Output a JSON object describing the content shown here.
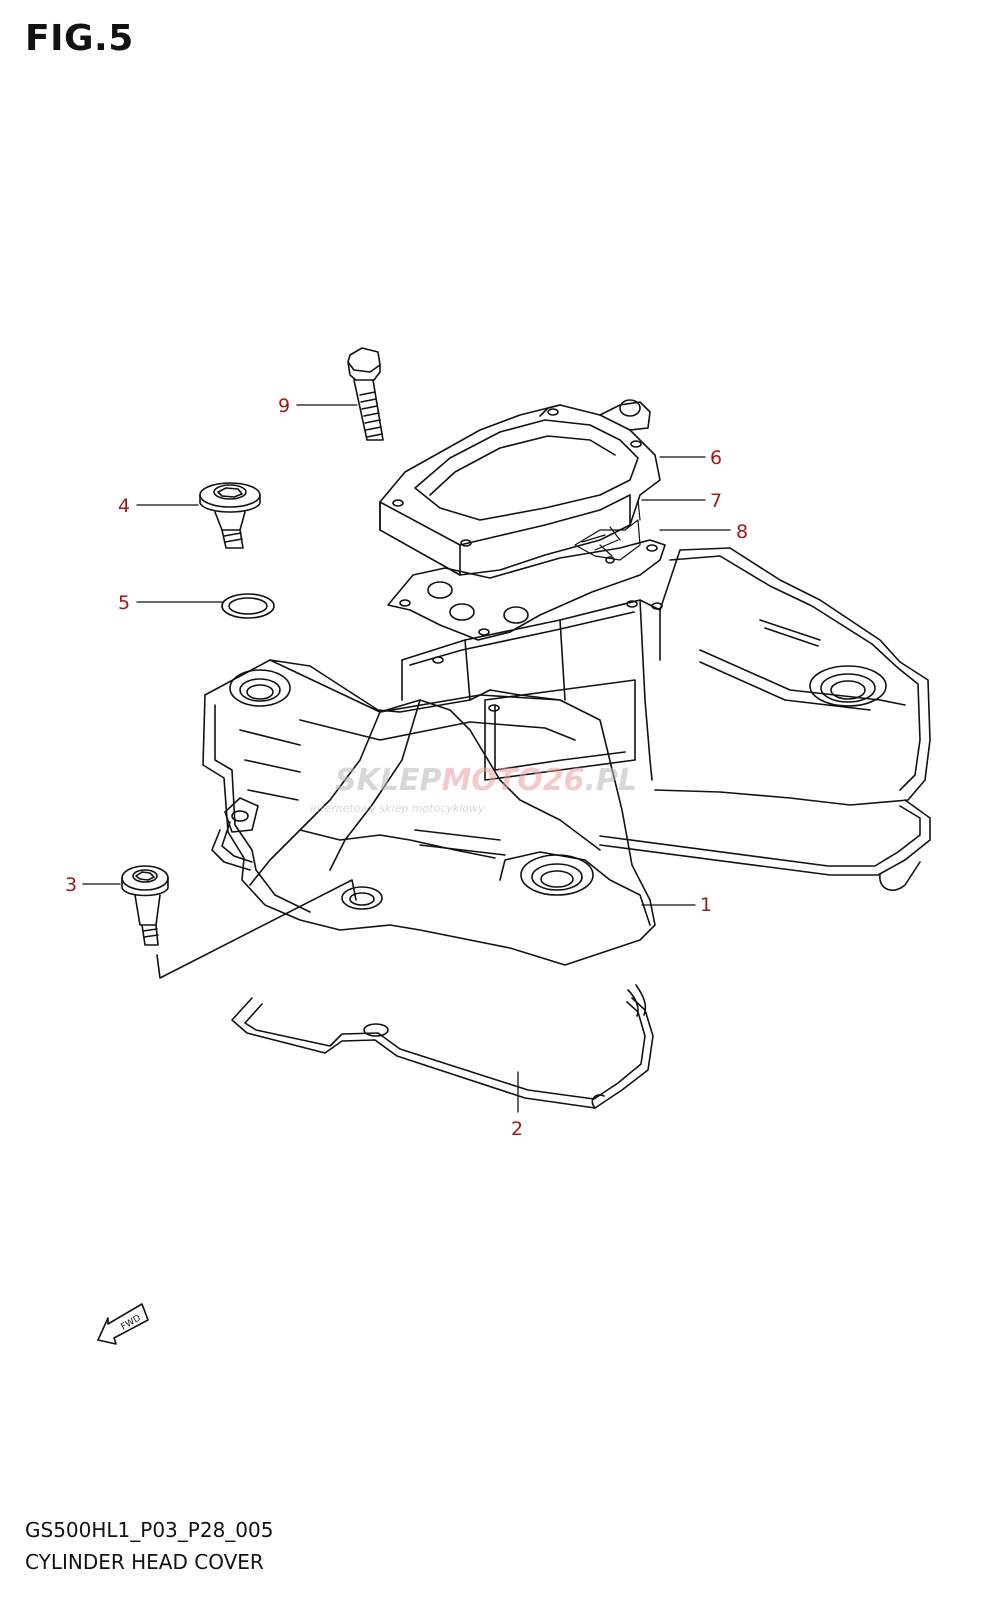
{
  "header": {
    "figure_label": "FIG.5"
  },
  "callouts": [
    {
      "id": "c1",
      "number": "1"
    },
    {
      "id": "c2",
      "number": "2"
    },
    {
      "id": "c3",
      "number": "3"
    },
    {
      "id": "c4",
      "number": "4"
    },
    {
      "id": "c5",
      "number": "5"
    },
    {
      "id": "c6",
      "number": "6"
    },
    {
      "id": "c7",
      "number": "7"
    },
    {
      "id": "c8",
      "number": "8"
    },
    {
      "id": "c9",
      "number": "9"
    }
  ],
  "fwd_marker": {
    "label": "FWD"
  },
  "watermark": {
    "brand_part1": "SKLEP",
    "brand_part2": "MOTO",
    "brand_part3": "26",
    "brand_domain": ".PL",
    "tagline": "internetowy sklep motocyklowy"
  },
  "footer": {
    "model_code": "GS500HL1_P03_P28_005",
    "diagram_name": "CYLINDER HEAD COVER"
  },
  "colors": {
    "line": "#111111",
    "callout": "#a01818",
    "watermark_gray": "#b8b8b8",
    "watermark_red": "#e8a0a0"
  }
}
